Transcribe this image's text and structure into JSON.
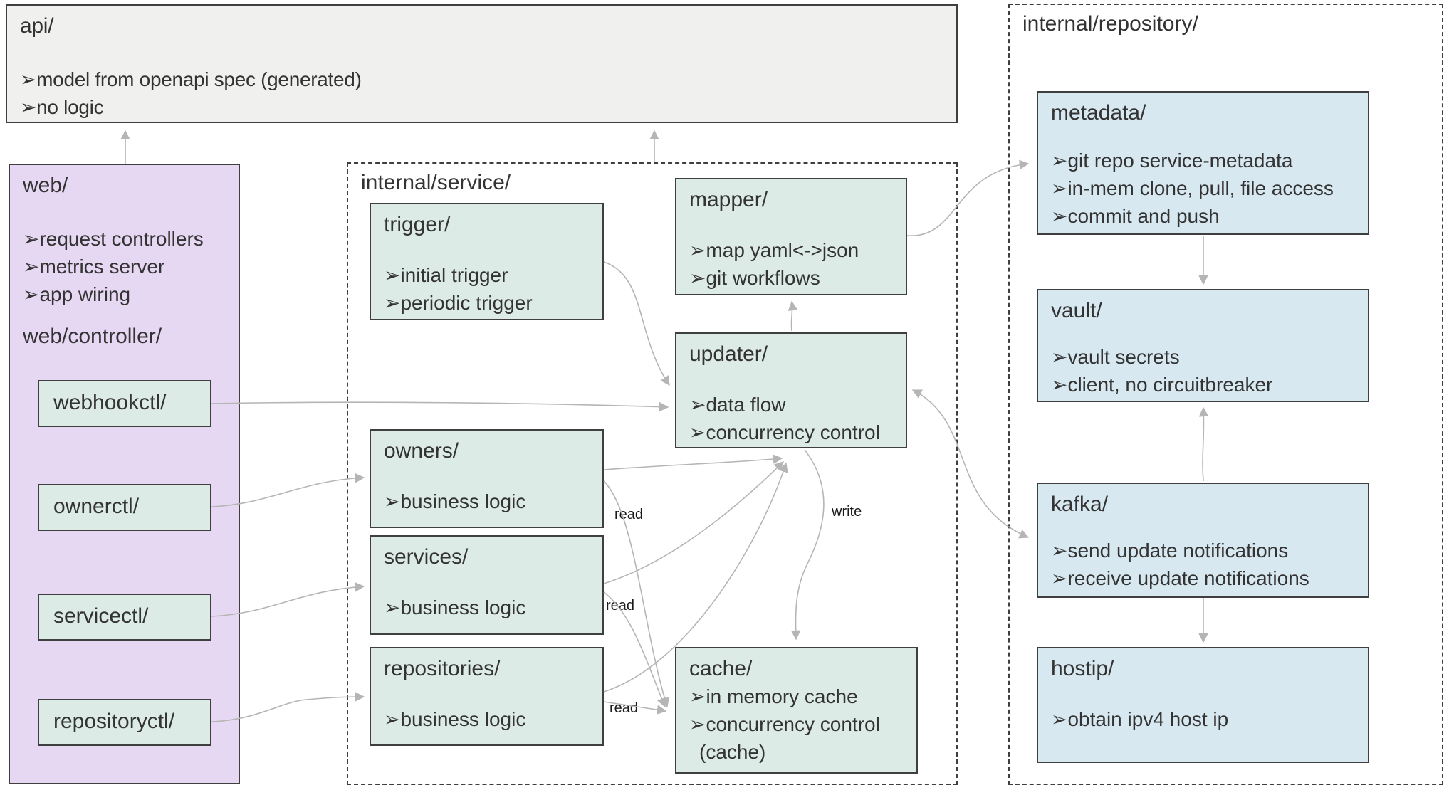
{
  "colors": {
    "arrow": "#b5b5b5",
    "api_fill": "#f0f0ee",
    "web_fill": "#e6d8f3",
    "mint_fill": "#dcebe5",
    "blue_fill": "#d7e8f0",
    "border": "#3f3f3f",
    "text": "#333333",
    "label": "#1a1a1a"
  },
  "api": {
    "title": "api/",
    "bullets": [
      "➢model from openapi spec (generated)",
      "➢no logic"
    ]
  },
  "web": {
    "title": "web/",
    "bullets": [
      "➢request controllers",
      "➢metrics server",
      "➢app wiring"
    ],
    "controller_heading": "web/controller/",
    "controllers": [
      "webhookctl/",
      "ownerctl/",
      "servicectl/",
      "repositoryctl/"
    ]
  },
  "internal_service": {
    "title": "internal/service/",
    "trigger": {
      "title": "trigger/",
      "bullets": [
        "➢initial trigger",
        "➢periodic trigger"
      ]
    },
    "mapper": {
      "title": "mapper/",
      "bullets": [
        "➢map yaml<->json",
        "➢git workflows"
      ]
    },
    "updater": {
      "title": "updater/",
      "bullets": [
        "➢data flow",
        "➢concurrency control"
      ]
    },
    "owners": {
      "title": "owners/",
      "bullets": [
        "➢business logic"
      ]
    },
    "services": {
      "title": "services/",
      "bullets": [
        "➢business logic"
      ]
    },
    "repositories": {
      "title": "repositories/",
      "bullets": [
        "➢business logic"
      ]
    },
    "cache": {
      "title": "cache/",
      "bullets": [
        "➢in memory cache",
        "➢concurrency control",
        "(cache)"
      ]
    }
  },
  "internal_repository": {
    "title": "internal/repository/",
    "metadata": {
      "title": "metadata/",
      "bullets": [
        "➢git repo service-metadata",
        "➢in-mem clone, pull, file access",
        "➢commit and push"
      ]
    },
    "vault": {
      "title": "vault/",
      "bullets": [
        "➢vault secrets",
        "➢client, no circuitbreaker"
      ]
    },
    "kafka": {
      "title": "kafka/",
      "bullets": [
        "➢send update notifications",
        "➢receive update notifications"
      ]
    },
    "hostip": {
      "title": "hostip/",
      "bullets": [
        "➢obtain ipv4 host ip"
      ]
    }
  },
  "edge_labels": {
    "read": "read",
    "write": "write"
  }
}
